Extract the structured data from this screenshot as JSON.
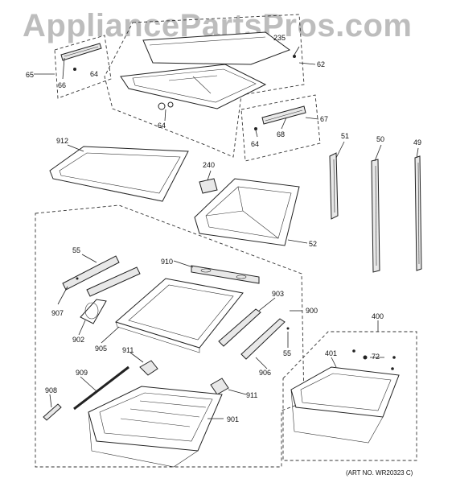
{
  "watermark": "AppliancePartsPros.com",
  "art_number": "(ART NO. WR20323 C)",
  "callouts": {
    "c235": "235",
    "c62": "62",
    "c65": "65",
    "c66": "66",
    "c64a": "64",
    "c64b": "64",
    "c64c": "64",
    "c67": "67",
    "c68": "68",
    "c912": "912",
    "c240": "240",
    "c51": "51",
    "c50": "50",
    "c49": "49",
    "c52": "52",
    "c55a": "55",
    "c910": "910",
    "c907": "907",
    "c903": "903",
    "c900": "900",
    "c902": "902",
    "c905": "905",
    "c55b": "55",
    "c911a": "911",
    "c906": "906",
    "c400": "400",
    "c401": "401",
    "c72": "72",
    "c909": "909",
    "c908": "908",
    "c911b": "911",
    "c901": "901"
  }
}
